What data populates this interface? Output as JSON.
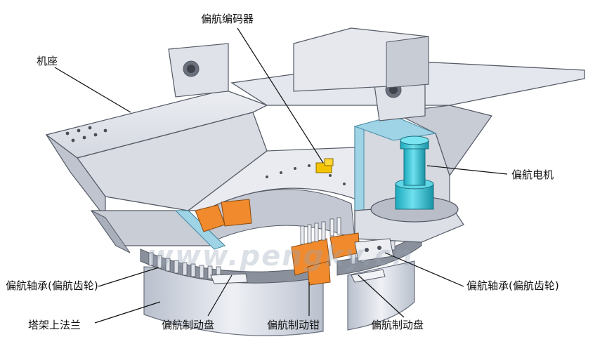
{
  "labels": {
    "encoder": "偏航编码器",
    "nacelle_base": "机座",
    "yaw_motor": "偏航电机",
    "bearing_left": "偏航轴承(偏航齿轮)",
    "bearing_right": "偏航轴承(偏航齿轮)",
    "tower_flange": "塔架上法兰",
    "brake_disc_left": "偏航制动盘",
    "brake_caliper": "偏航制动钳",
    "brake_disc_right": "偏航制动盘"
  },
  "watermark": "www.pengky.cn",
  "colors": {
    "steel_light": "#e6e8ee",
    "steel_mid": "#cfd3dc",
    "steel_dark": "#a7adba",
    "cut_face": "#9fd3e6",
    "motor": "#3cc6d8",
    "caliper": "#f08a2c",
    "encoder": "#f5c400",
    "outline": "#555b66"
  }
}
